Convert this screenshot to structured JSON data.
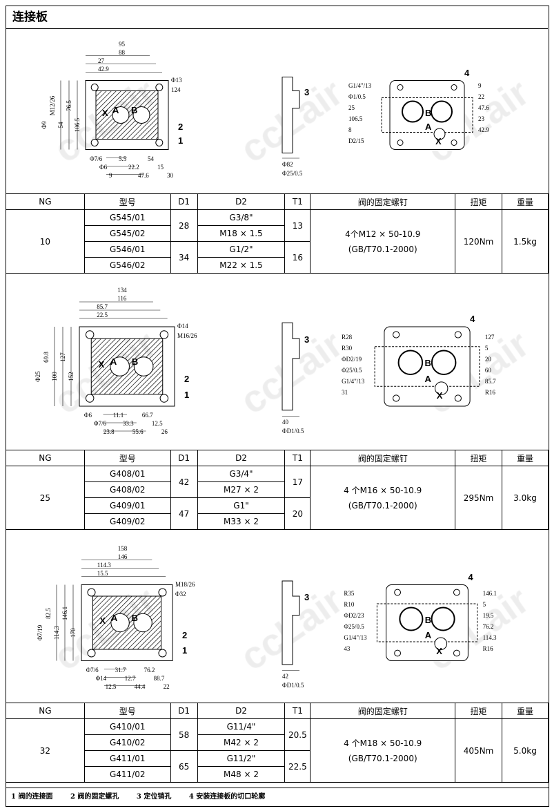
{
  "title": "连接板",
  "watermark": "ccLair",
  "headers": [
    "NG",
    "型号",
    "D1",
    "D2",
    "T1",
    "阀的固定螺钉",
    "扭矩",
    "重量"
  ],
  "sections": [
    {
      "ng": "10",
      "rows": [
        {
          "model": "G545/01",
          "d1": "28",
          "d2": "G3/8\"",
          "t1": "13"
        },
        {
          "model": "G545/02",
          "d1": "28",
          "d2": "M18 × 1.5",
          "t1": "13"
        },
        {
          "model": "G546/01",
          "d1": "34",
          "d2": "G1/2\"",
          "t1": "16"
        },
        {
          "model": "G546/02",
          "d1": "34",
          "d2": "M22 × 1.5",
          "t1": "16"
        }
      ],
      "screw": [
        "4个M12 × 50-10.9",
        "(GB/T70.1-2000)"
      ],
      "torque": "120Nm",
      "weight": "1.5kg",
      "labels": [
        "95",
        "88",
        "27",
        "42.9",
        "Φ13",
        "124",
        "106.5",
        "76.5",
        "54",
        "M12/26",
        "Φ9",
        "Φ7/6",
        "Φ6",
        "9",
        "5.5",
        "22.2",
        "47.6",
        "54",
        "15",
        "30",
        "Φ82",
        "Φ25/0.5",
        "G1/4\"/13",
        "Φ1/0.5",
        "25",
        "106.5",
        "8",
        "D2/15",
        "9",
        "22",
        "47.6",
        "23",
        "42.9"
      ]
    },
    {
      "ng": "25",
      "rows": [
        {
          "model": "G408/01",
          "d1": "42",
          "d2": "G3/4\"",
          "t1": "17"
        },
        {
          "model": "G408/02",
          "d1": "42",
          "d2": "M27 × 2",
          "t1": "17"
        },
        {
          "model": "G409/01",
          "d1": "47",
          "d2": "G1\"",
          "t1": "20"
        },
        {
          "model": "G409/02",
          "d1": "47",
          "d2": "M33 × 2",
          "t1": "20"
        }
      ],
      "screw": [
        "4 个M16 × 50-10.9",
        "(GB/T70.1-2000)"
      ],
      "torque": "295Nm",
      "weight": "3.0kg",
      "labels": [
        "134",
        "116",
        "85.7",
        "22.5",
        "Φ14",
        "M16/26",
        "152",
        "127",
        "100",
        "69.8",
        "Φ25",
        "Φ6",
        "Φ7/6",
        "23.8",
        "11.1",
        "33.3",
        "55.6",
        "66.7",
        "12.5",
        "26",
        "40",
        "ΦD1/0.5",
        "R28",
        "R30",
        "ΦD2/19",
        "Φ25/0.5",
        "G1/4\"/13",
        "31",
        "127",
        "5",
        "20",
        "60",
        "85.7",
        "R16"
      ]
    },
    {
      "ng": "32",
      "rows": [
        {
          "model": "G410/01",
          "d1": "58",
          "d2": "G11/4\"",
          "t1": "20.5"
        },
        {
          "model": "G410/02",
          "d1": "58",
          "d2": "M42 × 2",
          "t1": "20.5"
        },
        {
          "model": "G411/01",
          "d1": "65",
          "d2": "G11/2\"",
          "t1": "22.5"
        },
        {
          "model": "G411/02",
          "d1": "65",
          "d2": "M48 × 2",
          "t1": "22.5"
        }
      ],
      "screw": [
        "4 个M18 × 50-10.9",
        "(GB/T70.1-2000)"
      ],
      "torque": "405Nm",
      "weight": "5.0kg",
      "labels": [
        "158",
        "146",
        "114.3",
        "15.5",
        "M18/26",
        "Φ32",
        "170",
        "146.1",
        "114.3",
        "82.5",
        "Φ7/19",
        "Φ7/6",
        "Φ14",
        "12.5",
        "31.7",
        "12.7",
        "44.4",
        "76.2",
        "88.7",
        "22",
        "42",
        "ΦD1/0.5",
        "R35",
        "R10",
        "ΦD2/23",
        "Φ25/0.5",
        "G1/4\"/13",
        "43",
        "146.1",
        "5",
        "19.5",
        "76.2",
        "114.3",
        "R16"
      ]
    }
  ],
  "callouts": [
    "1",
    "2",
    "3",
    "4"
  ],
  "ports": [
    "X",
    "A",
    "B"
  ],
  "legend": [
    "1 阀的连接面",
    "2 阀的固定螺孔",
    "3 定位销孔",
    "4 安装连接板的切口轮廓"
  ]
}
